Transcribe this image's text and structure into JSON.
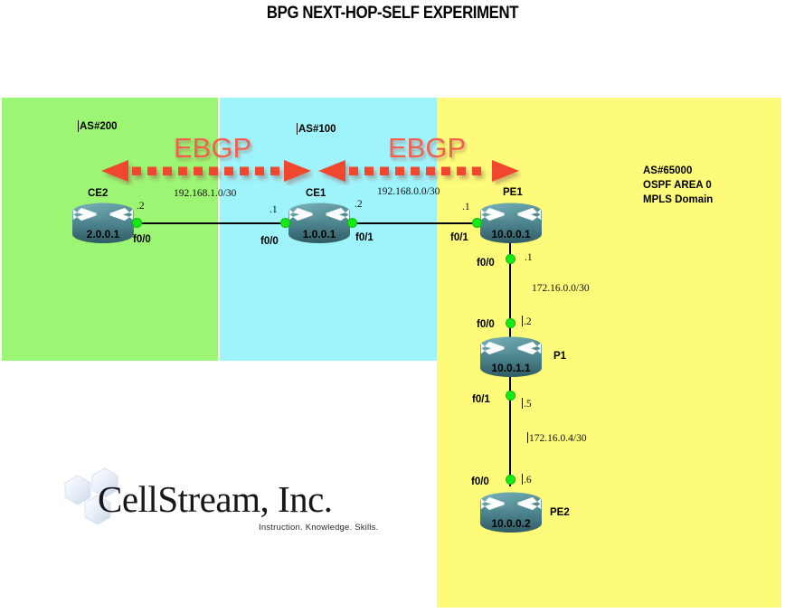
{
  "title": "BPG NEXT-HOP-SELF EXPERIMENT",
  "zones": [
    {
      "id": "as200",
      "as_label": "AS#200",
      "color": "#9cf573"
    },
    {
      "id": "as100",
      "as_label": "AS#100",
      "color": "#9ff3fb"
    },
    {
      "id": "as65000",
      "as_label": "",
      "color": "#fdfb79"
    }
  ],
  "domain_note": {
    "line1": "AS#65000",
    "line2": "OSPF AREA 0",
    "line3": "MPLS Domain"
  },
  "peering": {
    "left_label": "EBGP",
    "right_label": "EBGP",
    "color": "#f4604f"
  },
  "routers": [
    {
      "id": "ce2",
      "name": "CE2",
      "ip": "2.0.0.1"
    },
    {
      "id": "ce1",
      "name": "CE1",
      "ip": "1.0.0.1"
    },
    {
      "id": "pe1",
      "name": "PE1",
      "ip": "10.0.0.1"
    },
    {
      "id": "p1",
      "name": "P1",
      "ip": "10.0.1.1"
    },
    {
      "id": "pe2",
      "name": "PE2",
      "ip": "10.0.0.2"
    }
  ],
  "links": [
    {
      "id": "ce2-ce1",
      "subnet": "192.168.1.0/30"
    },
    {
      "id": "ce1-pe1",
      "subnet": "192.168.0.0/30"
    },
    {
      "id": "pe1-p1",
      "subnet": "172.16.0.0/30"
    },
    {
      "id": "p1-pe2",
      "subnet": "172.16.0.4/30"
    }
  ],
  "interfaces": {
    "ce2_f0_0": {
      "name": "f0/0",
      "host": ".2"
    },
    "ce1_f0_0": {
      "name": "f0/0",
      "host": ".1"
    },
    "ce1_f0_1": {
      "name": "f0/1",
      "host": ".2"
    },
    "pe1_f0_1": {
      "name": "f0/1",
      "host": ".1"
    },
    "pe1_f0_0": {
      "name": "f0/0",
      "host": ".1"
    },
    "p1_f0_0": {
      "name": "f0/0",
      "host": ".2"
    },
    "p1_f0_1": {
      "name": "f0/1",
      "host": ".5"
    },
    "pe2_f0_0": {
      "name": "f0/0",
      "host": ".6"
    }
  },
  "logo": {
    "name": "CellStream, Inc.",
    "tagline": "Instruction. Knowledge. Skills."
  }
}
